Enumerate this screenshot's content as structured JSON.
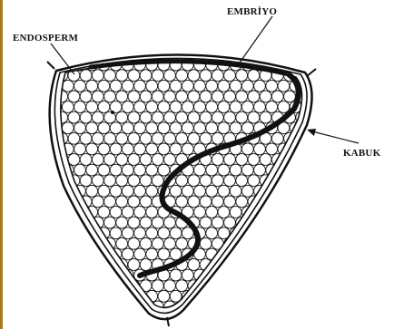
{
  "figure": {
    "labels": {
      "embryo": "EMBRİYO",
      "endosperm": "ENDOSPERM",
      "seed_coat": "KABUK"
    },
    "colors": {
      "ink": "#111111",
      "background": "#ffffff",
      "edge_strip": "#a87a22"
    }
  }
}
